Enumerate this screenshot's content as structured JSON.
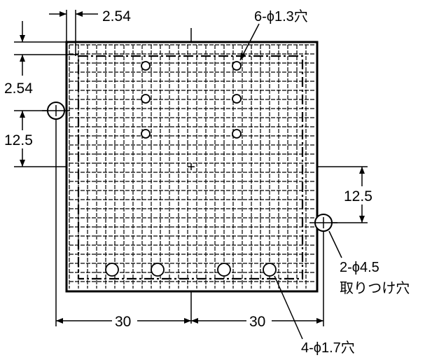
{
  "diagram": {
    "dim_pitch_top": "2.54",
    "dim_pitch_left": "2.54",
    "dim_offset_left": "12.5",
    "dim_offset_right": "12.5",
    "dim_width_left": "30",
    "dim_width_right": "30",
    "note_small_holes": "6-ϕ1.3穴",
    "note_mount_holes_line1": "2-ϕ4.5",
    "note_mount_holes_line2": "取りつけ穴",
    "note_bottom_holes": "4-ϕ1.7穴"
  },
  "colors": {
    "line": "#000000",
    "background": "#ffffff"
  }
}
